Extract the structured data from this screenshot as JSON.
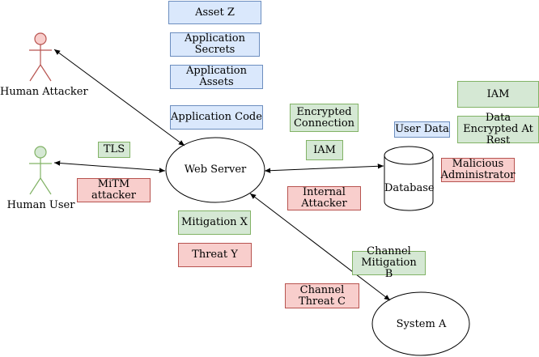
{
  "colors": {
    "asset_fill": "#dae8fc",
    "asset_stroke": "#6c8ebf",
    "mitigation_fill": "#d5e8d4",
    "mitigation_stroke": "#82b366",
    "threat_fill": "#f8cecc",
    "threat_stroke": "#b85450"
  },
  "actors": {
    "attacker": {
      "label": "Human Attacker",
      "icon": "stick-figure-icon"
    },
    "user": {
      "label": "Human User",
      "icon": "stick-figure-icon"
    }
  },
  "nodes": {
    "web_server": "Web Server",
    "database": "Database",
    "system_a": "System A"
  },
  "assets": {
    "asset_z": "Asset Z",
    "app_secrets": "Application Secrets",
    "app_assets": "Application Assets",
    "app_code": "Application Code",
    "user_data": "User Data"
  },
  "mitigations": {
    "tls": "TLS",
    "mitigation_x": "Mitigation X",
    "encrypted_connection": "Encrypted Connection",
    "iam_link": "IAM",
    "iam_db": "IAM",
    "data_encrypted": "Data Encrypted At Rest",
    "channel_mitigation_b": "Channel Mitigation B"
  },
  "threats": {
    "mitm": "MiTM attacker",
    "threat_y": "Threat Y",
    "internal_attacker": "Internal Attacker",
    "malicious_admin": "Malicious Administrator",
    "channel_threat_c": "Channel Threat C"
  }
}
